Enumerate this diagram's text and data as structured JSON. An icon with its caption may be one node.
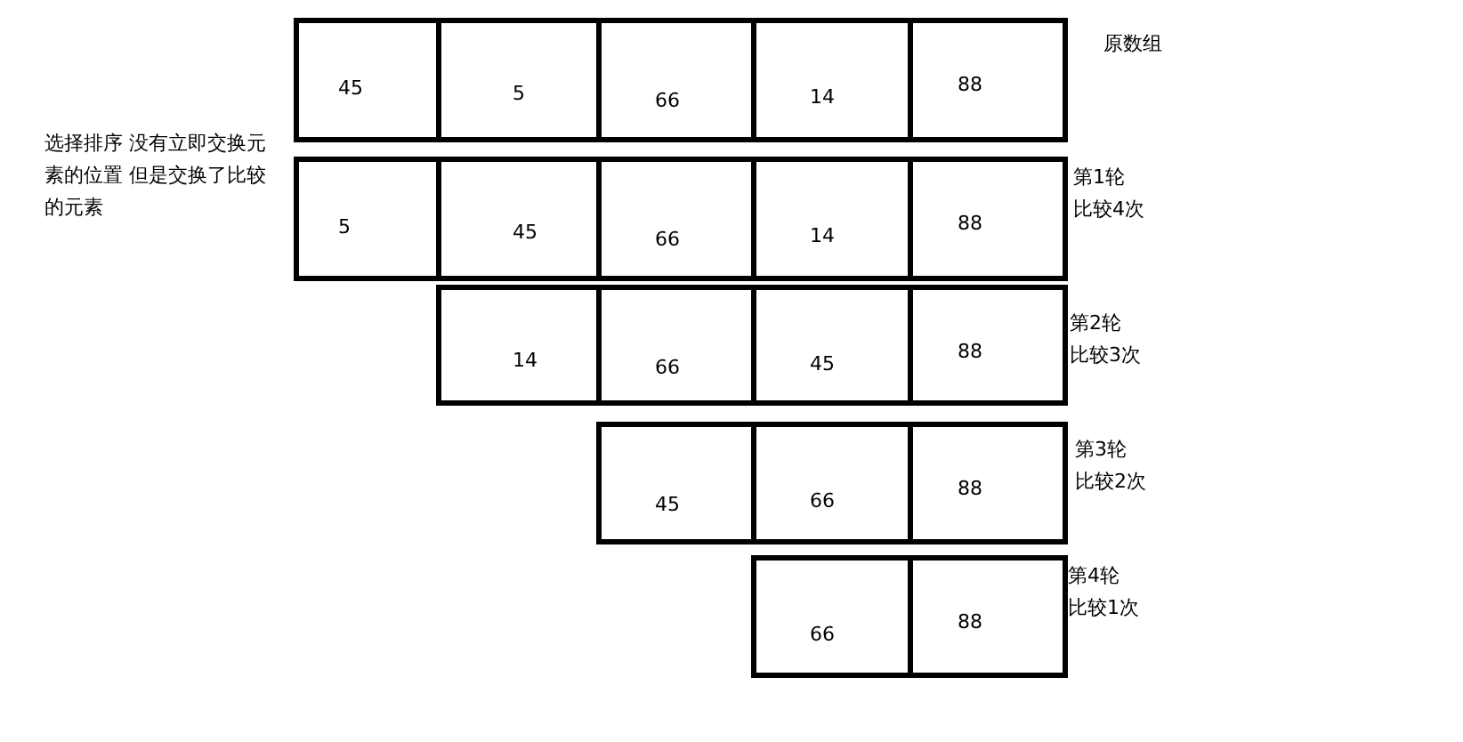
{
  "diagram": {
    "nodes": [
      {
        "text": [
          "45"
        ]
      },
      {
        "text": [
          "5"
        ]
      },
      {
        "text": [
          "66"
        ]
      },
      {
        "text": [
          "14"
        ]
      },
      {
        "text": [
          "88"
        ]
      },
      {
        "text": [
          "5"
        ]
      },
      {
        "text": [
          "45"
        ]
      },
      {
        "text": [
          "66"
        ]
      },
      {
        "text": [
          "14"
        ]
      },
      {
        "text": [
          "88"
        ]
      },
      {
        "text": [
          "14"
        ]
      },
      {
        "text": [
          "66"
        ]
      },
      {
        "text": [
          "45"
        ]
      },
      {
        "text": [
          "88"
        ]
      },
      {
        "text": [
          "45"
        ]
      },
      {
        "text": [
          "66"
        ]
      },
      {
        "text": [
          "88"
        ]
      },
      {
        "text": [
          "66"
        ]
      },
      {
        "text": [
          "88"
        ]
      }
    ],
    "labels": [
      "原数组",
      "选择排序 没有立即交换元素的位置 但是交换了比较的元素",
      "第1轮",
      "比较4次",
      "第2轮",
      "比较3次",
      "第3轮",
      "比较2次",
      "第4轮",
      "比较1次"
    ]
  }
}
